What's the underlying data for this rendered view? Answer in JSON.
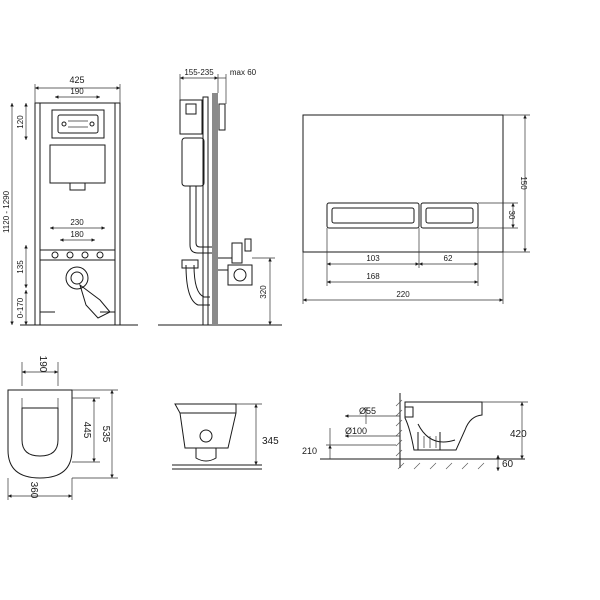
{
  "frame_front": {
    "width": "425",
    "inner_width": "190",
    "upper_height": "120",
    "height_range": "1120 - 1290",
    "bolt_spacing": "230",
    "bolt_spacing_inner": "180",
    "lower_height": "135",
    "foot_range": "0-170"
  },
  "frame_side": {
    "depth": "155-235",
    "max_depth": "max 60",
    "outlet_height": "320"
  },
  "flush_plate": {
    "height": "150",
    "button_height": "30",
    "left_button_width": "103",
    "right_button_width": "62",
    "buttons_width": "168",
    "width": "220"
  },
  "bowl_top": {
    "seat_width": "190",
    "inner_length": "445",
    "total_length": "535",
    "width": "360"
  },
  "bowl_front": {
    "height": "345"
  },
  "bowl_side": {
    "small_pipe": "Ø55",
    "large_pipe": "Ø100",
    "height": "420",
    "outlet_height": "210",
    "depth": "60"
  }
}
